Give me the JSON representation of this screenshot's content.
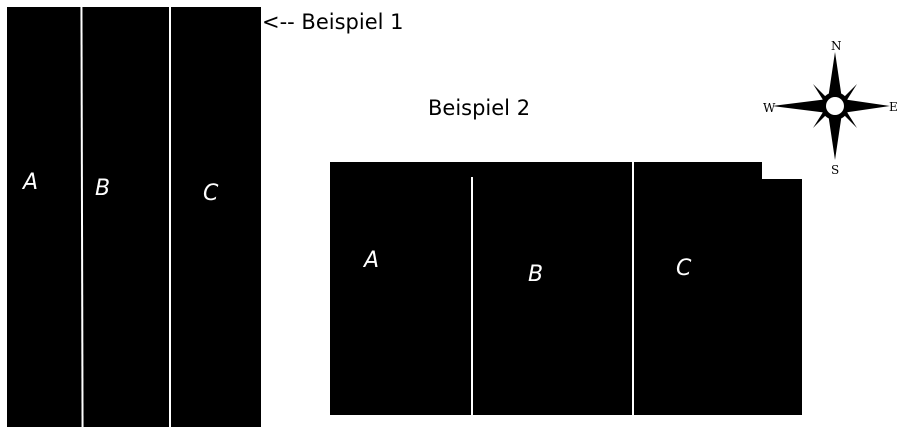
{
  "example1": {
    "caption": "<-- Beispiel 1",
    "fields": [
      "A",
      "B",
      "C"
    ]
  },
  "example2": {
    "caption": "Beispiel 2",
    "fields": [
      "A",
      "B",
      "C"
    ]
  },
  "compass": {
    "north": "N",
    "east": "E",
    "south": "S",
    "west": "W"
  },
  "colors": {
    "field": "#000000",
    "divider": "#ffffff",
    "background": "#ffffff"
  }
}
